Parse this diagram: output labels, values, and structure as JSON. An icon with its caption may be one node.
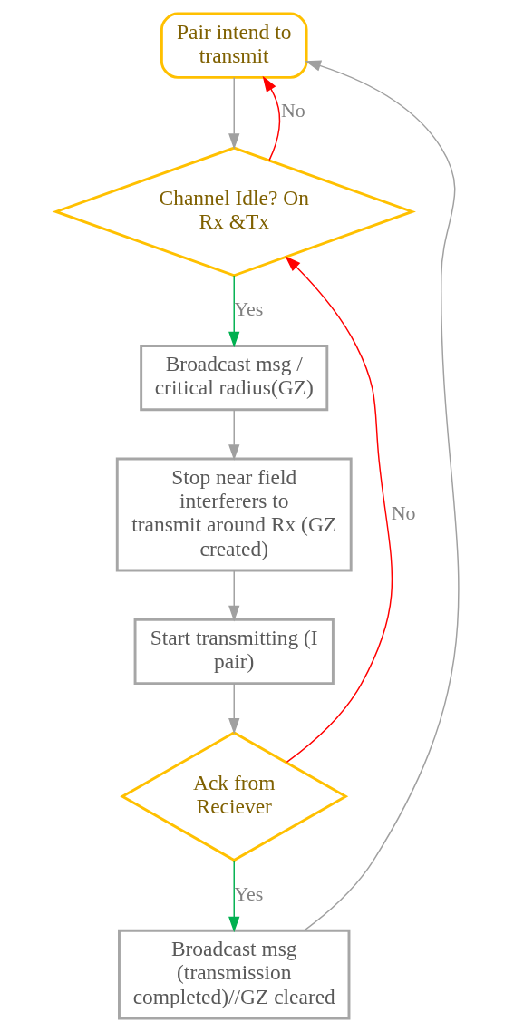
{
  "diagram": {
    "nodes": [
      {
        "text": [
          "Pair intend to transmit"
        ]
      },
      {
        "text": [
          "Channel Idle? On Rx &Tx"
        ]
      },
      {
        "text": [
          "Broadcast msg / critical radius(GZ)"
        ]
      },
      {
        "text": [
          "Stop near field interferers to transmit around Rx (GZ created)"
        ]
      },
      {
        "text": [
          "Start transmitting (I pair)"
        ]
      },
      {
        "text": [
          "Ack from Reciever"
        ]
      },
      {
        "text": [
          "Broadcast msg (transmission completed)//GZ cleared"
        ]
      }
    ],
    "edges": [
      {
        "from": 0,
        "to": 1,
        "arrow": "to"
      },
      {
        "from": 1,
        "to": 0,
        "arrow": "to",
        "label": "No",
        "color": "#ff0000"
      },
      {
        "from": 1,
        "to": 2,
        "arrow": "to",
        "label": "Yes",
        "color": "#00b050"
      },
      {
        "from": 2,
        "to": 3,
        "arrow": "to"
      },
      {
        "from": 3,
        "to": 4,
        "arrow": "to"
      },
      {
        "from": 4,
        "to": 5,
        "arrow": "to"
      },
      {
        "from": 5,
        "to": 1,
        "arrow": "to",
        "label": "No",
        "color": "#ff0000"
      },
      {
        "from": 5,
        "to": 6,
        "arrow": "to",
        "label": "Yes",
        "color": "#00b050"
      },
      {
        "from": 6,
        "to": 0,
        "arrow": "to"
      }
    ]
  }
}
